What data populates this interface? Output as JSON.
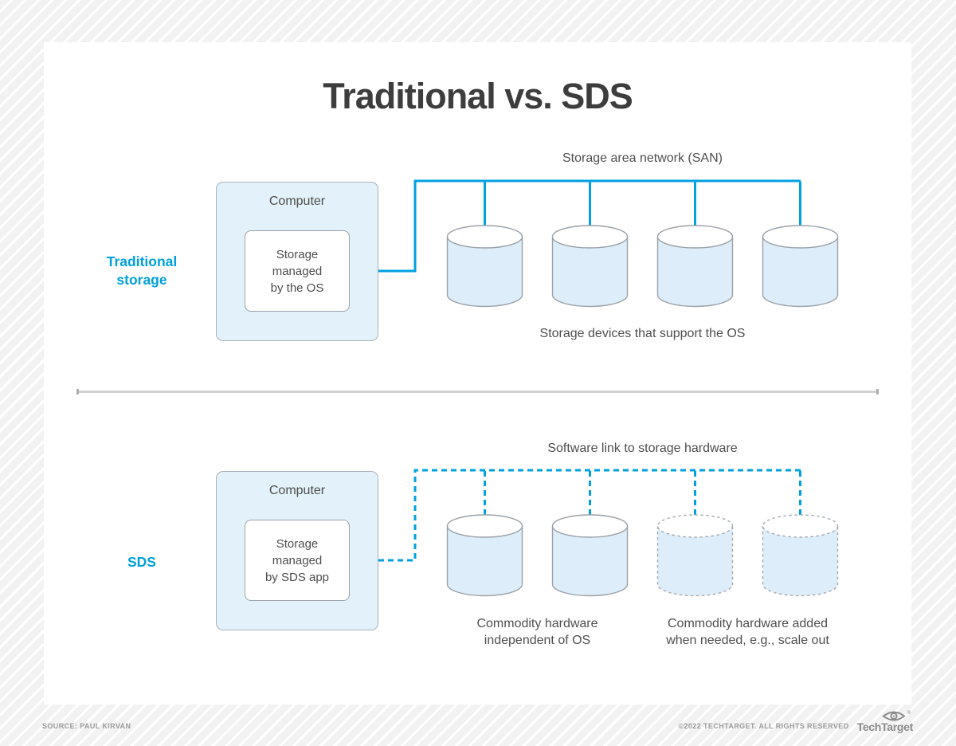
{
  "title": "Traditional vs. SDS",
  "colors": {
    "accent_blue": "#00a1e0",
    "label_blue": "#00a0dc",
    "computer_box_fill": "#e3f1fa",
    "cylinder_fill": "#ddedf9",
    "text_dark": "#4d4d4d"
  },
  "traditional": {
    "row_label": "Traditional\nstorage",
    "computer_label": "Computer",
    "inner_box_label": "Storage\nmanaged\nby the OS",
    "network_label": "Storage area network (SAN)",
    "devices_caption": "Storage devices that support the OS",
    "device_count": 4,
    "link_style": "solid"
  },
  "sds": {
    "row_label": "SDS",
    "computer_label": "Computer",
    "inner_box_label": "Storage\nmanaged\nby SDS app",
    "network_label": "Software link to storage hardware",
    "caption_left": "Commodity hardware\nindependent of OS",
    "caption_right": "Commodity hardware added\nwhen needed, e.g., scale out",
    "device_count": 4,
    "devices_solid": 2,
    "devices_dashed": 2,
    "link_style": "dashed"
  },
  "footer": {
    "source": "SOURCE: PAUL KIRVAN",
    "copyright": "©2022 TECHTARGET. ALL RIGHTS RESERVED",
    "brand": "TechTarget",
    "brand_reg": "®"
  }
}
